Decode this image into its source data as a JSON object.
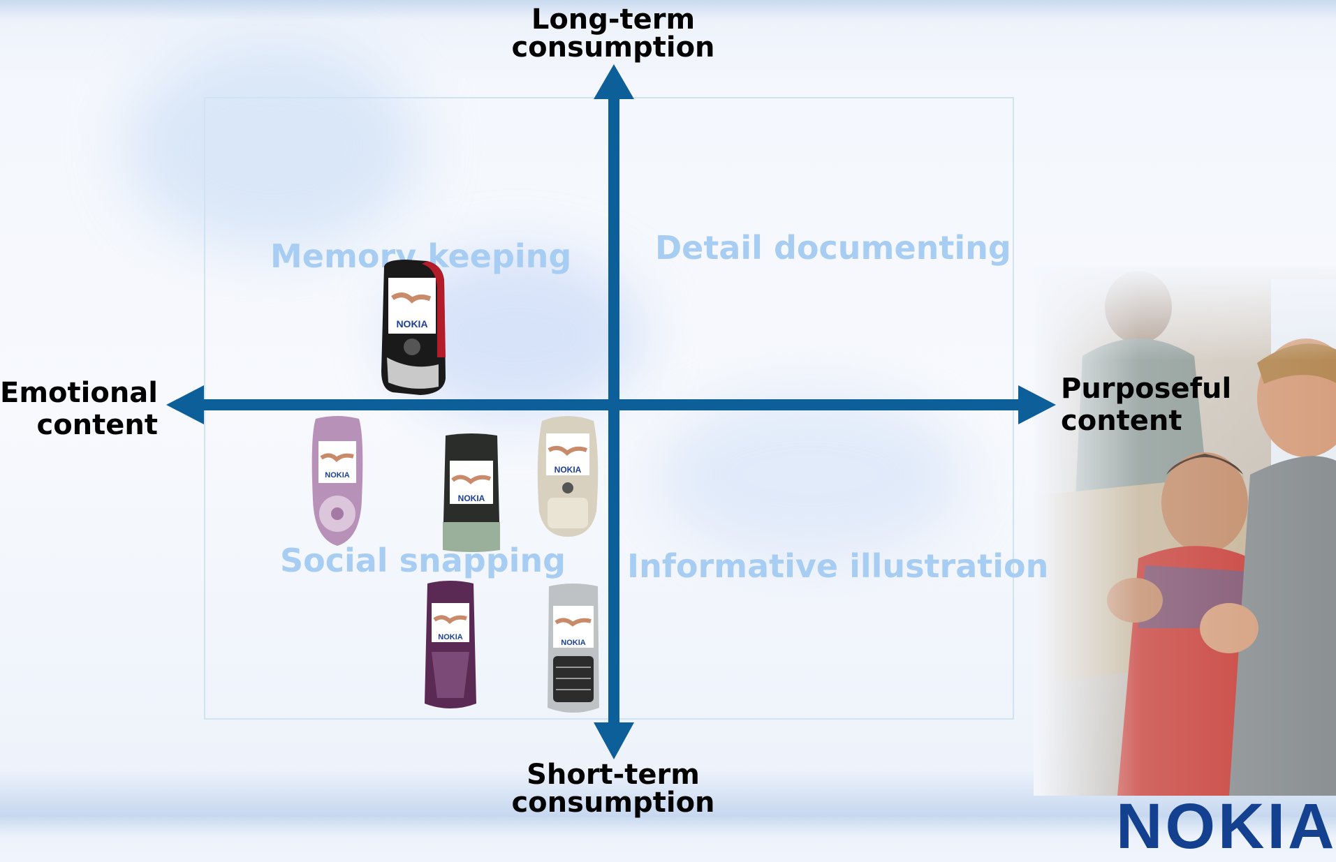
{
  "axes": {
    "top": [
      "Long-term",
      "consumption"
    ],
    "bottom": [
      "Short-term",
      "consumption"
    ],
    "left": [
      "Emotional",
      "content"
    ],
    "right": [
      "Purposeful",
      "content"
    ]
  },
  "quadrants": {
    "top_left": "Memory keeping",
    "top_right": "Detail documenting",
    "bottom_left": "Social snapping",
    "bottom_right": "Informative illustration"
  },
  "phone_brand": "NOKIA",
  "logo": "NOKIA",
  "colors": {
    "axis": "#0c5f99",
    "quadrant_text": "#a8cdf3",
    "box_border": "#cfe3f4",
    "logo": "#13418f"
  }
}
